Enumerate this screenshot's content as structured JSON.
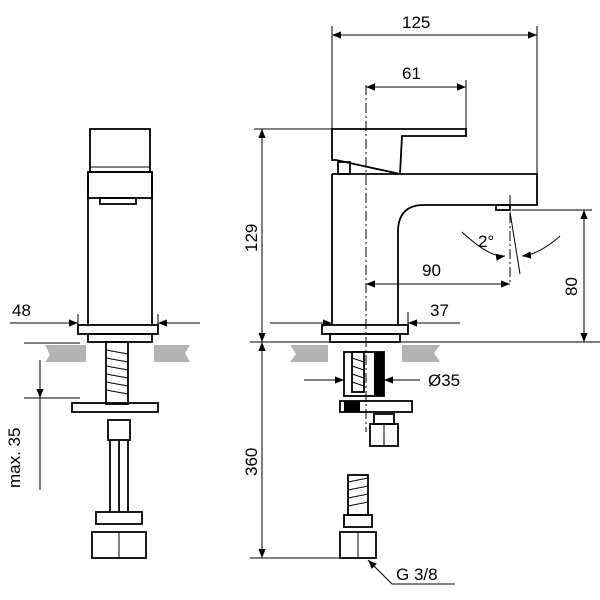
{
  "labels": {
    "dim_total_width": "125",
    "dim_spout_offset": "61",
    "dim_spout_height": "129",
    "dim_reach": "90",
    "dim_clearance": "80",
    "dim_base_right": "37",
    "dim_base_width": "48",
    "dim_countertop": "max. 35",
    "dim_hole": "Ø35",
    "dim_hose_length": "360",
    "dim_thread": "G 3/8",
    "dim_angle": "2°"
  },
  "colors": {
    "line": "#000000",
    "surface": "#b3b3b3",
    "background": "#ffffff"
  }
}
